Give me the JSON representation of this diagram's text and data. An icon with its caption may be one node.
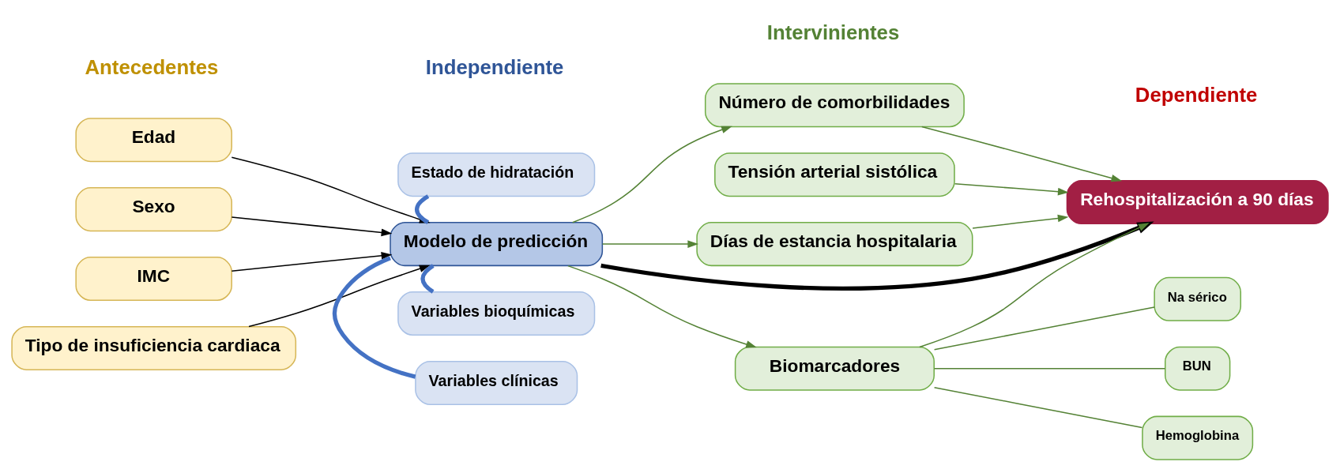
{
  "diagram": {
    "nodes": [
      {
        "text": [
          "Edad"
        ]
      },
      {
        "text": [
          "Sexo"
        ]
      },
      {
        "text": [
          "IMC"
        ]
      },
      {
        "text": [
          "Tipo de insuficiencia cardiaca"
        ]
      },
      {
        "text": [
          "Estado de hidratación"
        ]
      },
      {
        "text": [
          "Modelo de predicción"
        ]
      },
      {
        "text": [
          "Variables bioquímicas"
        ]
      },
      {
        "text": [
          "Variables clínicas"
        ]
      },
      {
        "text": [
          "Número de comorbilidades"
        ]
      },
      {
        "text": [
          "Tensión arterial sistólica"
        ]
      },
      {
        "text": [
          "Días de estancia hospitalaria"
        ]
      },
      {
        "text": [
          "Biomarcadores"
        ]
      },
      {
        "text": [
          "Na sérico"
        ]
      },
      {
        "text": [
          "BUN"
        ]
      },
      {
        "text": [
          "Hemoglobina"
        ]
      },
      {
        "text": [
          "Rehospitalización a 90 días"
        ]
      }
    ],
    "edges": [
      {
        "from": 0,
        "to": 5,
        "arrow": "to",
        "color": "#000000"
      },
      {
        "from": 1,
        "to": 5,
        "arrow": "to",
        "color": "#000000"
      },
      {
        "from": 2,
        "to": 5,
        "arrow": "to",
        "color": "#000000"
      },
      {
        "from": 3,
        "to": 5,
        "arrow": "to",
        "color": "#000000"
      },
      {
        "from": 4,
        "to": 5,
        "arrow": "none",
        "style": "thick",
        "color": "#4472c4"
      },
      {
        "from": 5,
        "to": 6,
        "arrow": "none",
        "style": "thick",
        "color": "#4472c4"
      },
      {
        "from": 5,
        "to": 7,
        "arrow": "none",
        "style": "thick",
        "color": "#4472c4"
      },
      {
        "from": 5,
        "to": 8,
        "arrow": "to"
      },
      {
        "from": 5,
        "to": 10,
        "arrow": "to"
      },
      {
        "from": 5,
        "to": 11,
        "arrow": "to"
      },
      {
        "from": 5,
        "to": 15,
        "arrow": "to",
        "style": "thick",
        "color": "#000000"
      },
      {
        "from": 8,
        "to": 15,
        "arrow": "to"
      },
      {
        "from": 9,
        "to": 15,
        "arrow": "to"
      },
      {
        "from": 10,
        "to": 15,
        "arrow": "to"
      },
      {
        "from": 11,
        "to": 15,
        "arrow": "to"
      },
      {
        "from": 11,
        "to": 12,
        "arrow": "none"
      },
      {
        "from": 11,
        "to": 13,
        "arrow": "none"
      },
      {
        "from": 11,
        "to": 14,
        "arrow": "none"
      }
    ],
    "labels": [
      "Antecedentes",
      "Independiente",
      "Intervinientes",
      "Dependiente"
    ]
  }
}
